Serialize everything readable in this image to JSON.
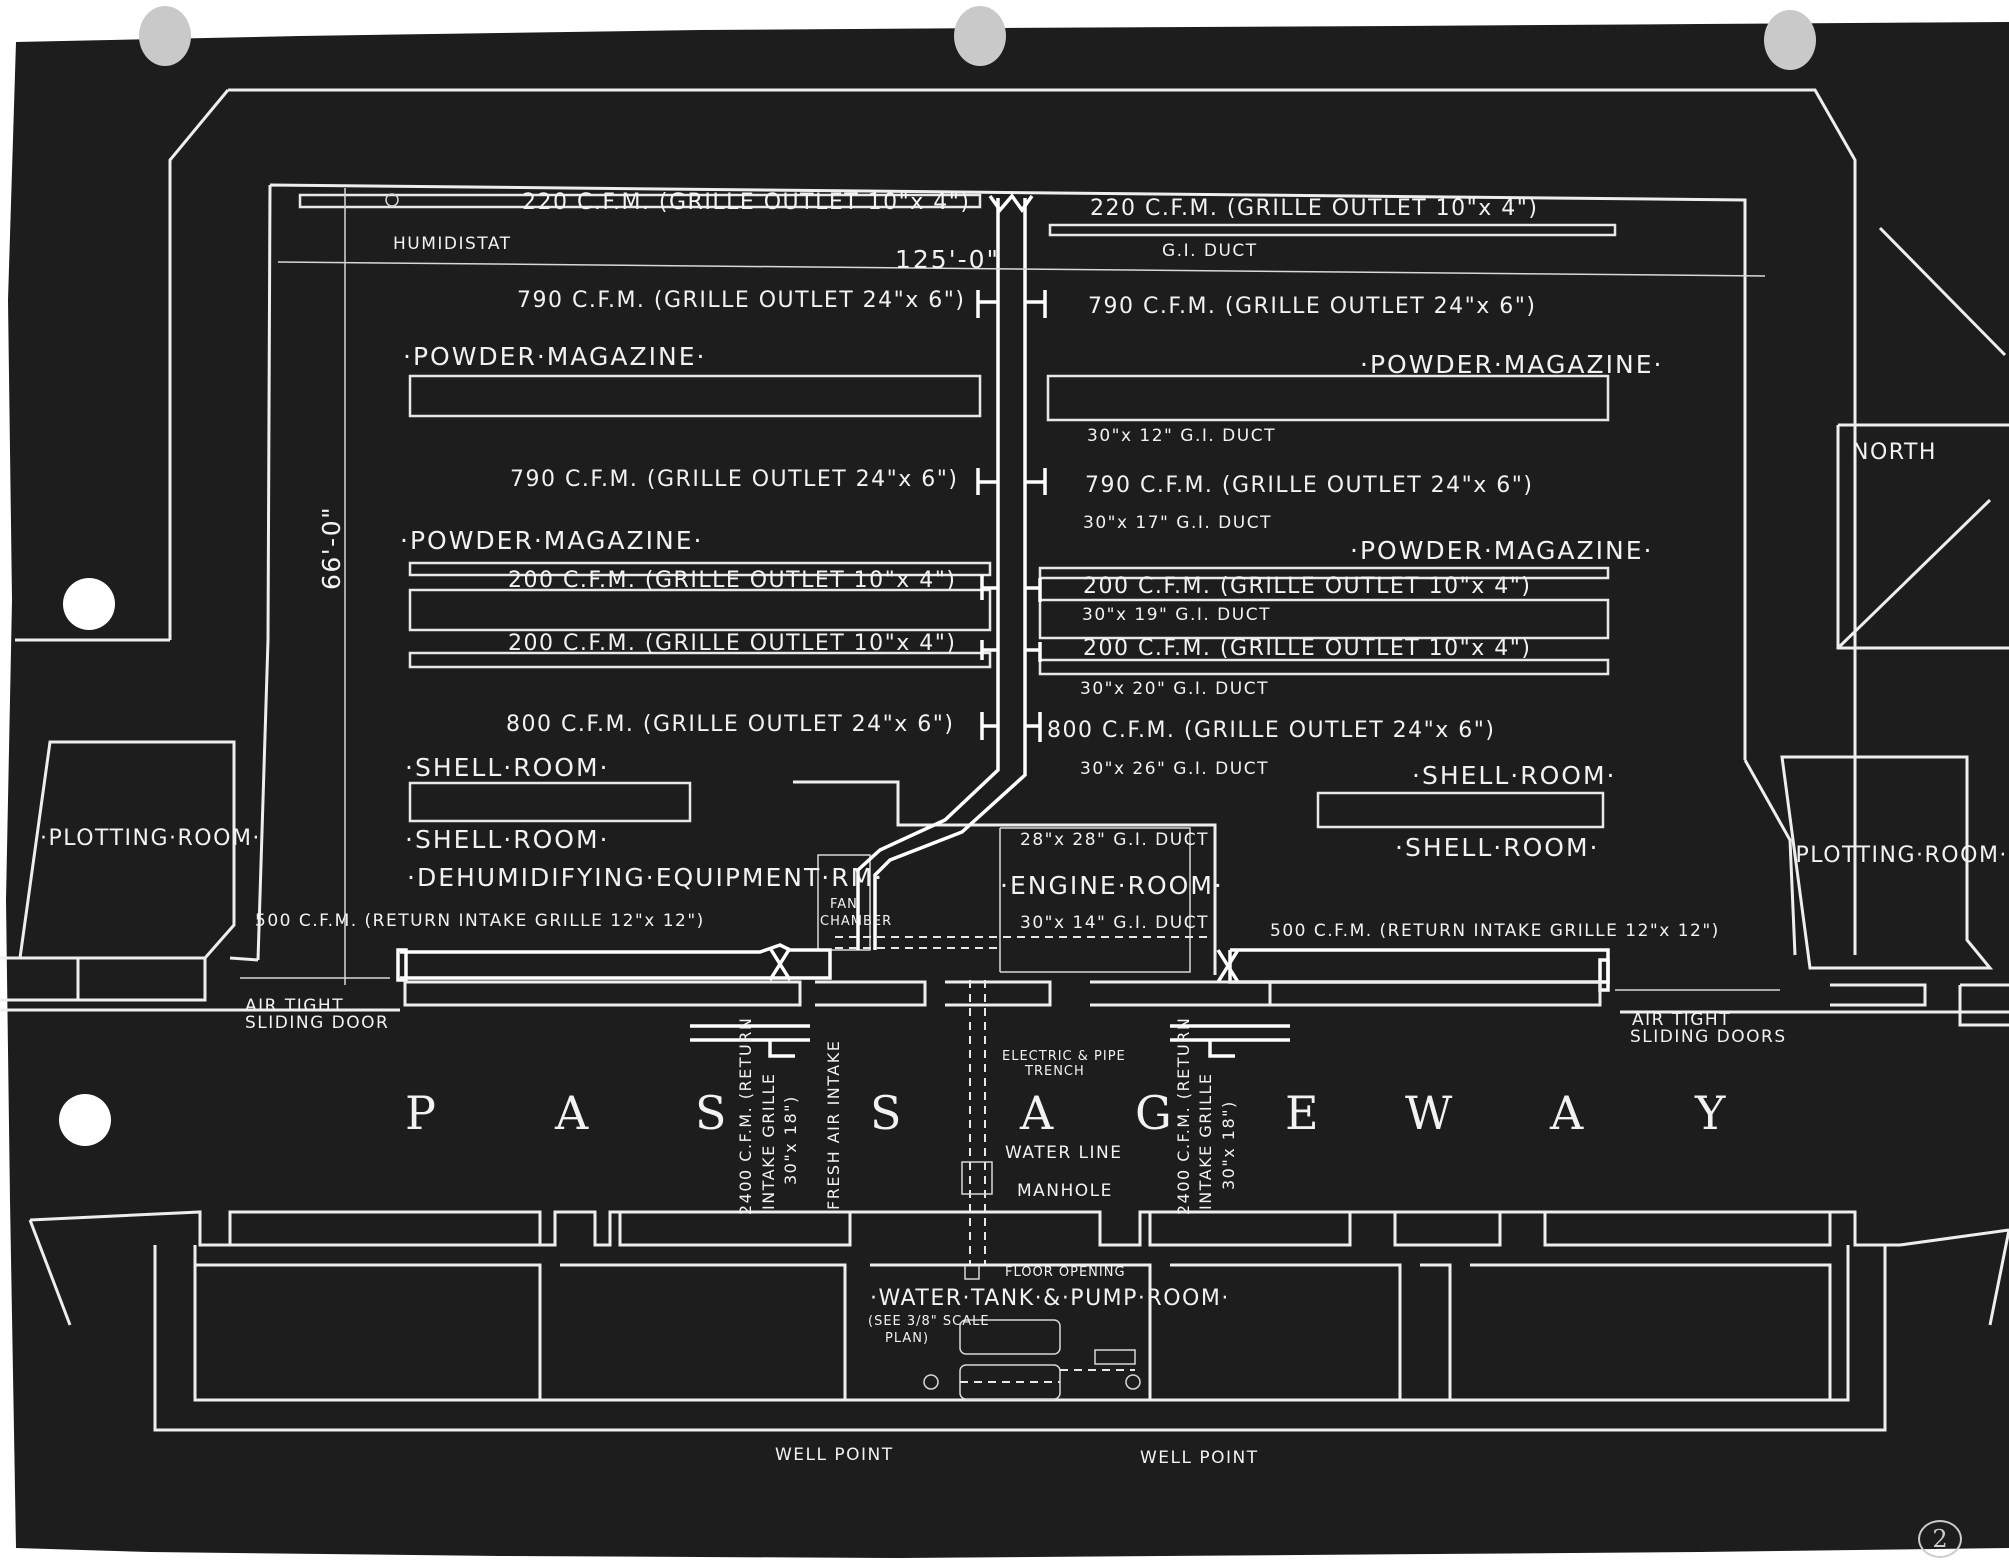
{
  "labels": {
    "cfm_220_left": "220 C.F.M. (GRILLE OUTLET 10\"x 4\")",
    "cfm_220_right": "220 C.F.M. (GRILLE OUTLET 10\"x 4\")",
    "humidistat": "HUMIDISTAT",
    "dim_125": "125'-0\"",
    "gi_duct_top": "G.I. DUCT",
    "cfm_790_left_1": "790 C.F.M. (GRILLE OUTLET 24\"x 6\")",
    "cfm_790_right_1": "790 C.F.M. (GRILLE OUTLET 24\"x 6\")",
    "powder_mag_left_1": "·POWDER·MAGAZINE·",
    "powder_mag_right_1": "·POWDER·MAGAZINE·",
    "duct_30x12": "30\"x 12\" G.I. DUCT",
    "cfm_790_left_2": "790 C.F.M. (GRILLE OUTLET 24\"x 6\")",
    "cfm_790_right_2": "790 C.F.M. (GRILLE OUTLET 24\"x 6\")",
    "duct_30x17": "30\"x 17\" G.I. DUCT",
    "powder_mag_left_2": "·POWDER·MAGAZINE·",
    "powder_mag_right_2": "·POWDER·MAGAZINE·",
    "dim_66": "66'-0\"",
    "cfm_200_left_1": "200 C.F.M. (GRILLE OUTLET 10\"x 4\")",
    "cfm_200_right_1": "200 C.F.M. (GRILLE OUTLET 10\"x 4\")",
    "duct_30x19": "30\"x 19\" G.I. DUCT",
    "cfm_200_left_2": "200 C.F.M. (GRILLE OUTLET 10\"x 4\")",
    "cfm_200_right_2": "200 C.F.M. (GRILLE OUTLET 10\"x 4\")",
    "duct_30x20": "30\"x 20\" G.I. DUCT",
    "cfm_800_left": "800 C.F.M. (GRILLE OUTLET 24\"x 6\")",
    "cfm_800_right": "800 C.F.M. (GRILLE OUTLET 24\"x 6\")",
    "duct_30x26": "30\"x 26\" G.I. DUCT",
    "shell_room_left_1": "·SHELL·ROOM·",
    "shell_room_right_1": "·SHELL·ROOM·",
    "shell_room_left_2": "·SHELL·ROOM·",
    "shell_room_right_2": "·SHELL·ROOM·",
    "plotting_room_left": "·PLOTTING·ROOM·",
    "plotting_room_right": "·PLOTTING·ROOM·",
    "duct_28x28": "28\"x 28\" G.I. DUCT",
    "dehumidifying_room": "·DEHUMIDIFYING·EQUIPMENT·RM·",
    "engine_room": "·ENGINE·ROOM·",
    "fan_chamber_1": "FAN",
    "fan_chamber_2": "CHAMBER",
    "cfm_500_left": "500 C.F.M. (RETURN INTAKE GRILLE 12\"x 12\")",
    "cfm_500_right": "500 C.F.M. (RETURN INTAKE GRILLE 12\"x 12\")",
    "duct_30x14": "30\"x 14\" G.I. DUCT",
    "north": "NORTH",
    "air_tight_left_1": "AIR TIGHT",
    "air_tight_left_2": "SLIDING DOOR",
    "air_tight_right_1": "AIR TIGHT",
    "air_tight_right_2": "SLIDING DOORS",
    "electric_trench_1": "ELECTRIC & PIPE",
    "electric_trench_2": "TRENCH",
    "return_2400_left_1": "2400 C.F.M. (RETURN",
    "return_2400_left_2": "INTAKE GRILLE",
    "return_2400_left_3": "30\"x 18\")",
    "fresh_air_intake": "FRESH AIR INTAKE",
    "return_2400_right_1": "2400 C.F.M. (RETURN",
    "return_2400_right_2": "INTAKE GRILLE",
    "return_2400_right_3": "30\"x 18\")",
    "water_line": "WATER LINE",
    "manhole": "MANHOLE",
    "floor_opening": "FLOOR OPENING",
    "water_tank_room": "·WATER·TANK·&·PUMP·ROOM·",
    "see_plan_1": "(SEE 3/8\" SCALE",
    "see_plan_2": "PLAN)",
    "well_point_left": "WELL POINT",
    "well_point_right": "WELL POINT",
    "sheet_number": "2",
    "passageway": [
      "P",
      "A",
      "S",
      "S",
      "A",
      "G",
      "E",
      "W",
      "A",
      "Y"
    ]
  },
  "colors": {
    "background": "#1c1c1c",
    "linework": "#eeeeee",
    "paper": "#ffffff"
  }
}
